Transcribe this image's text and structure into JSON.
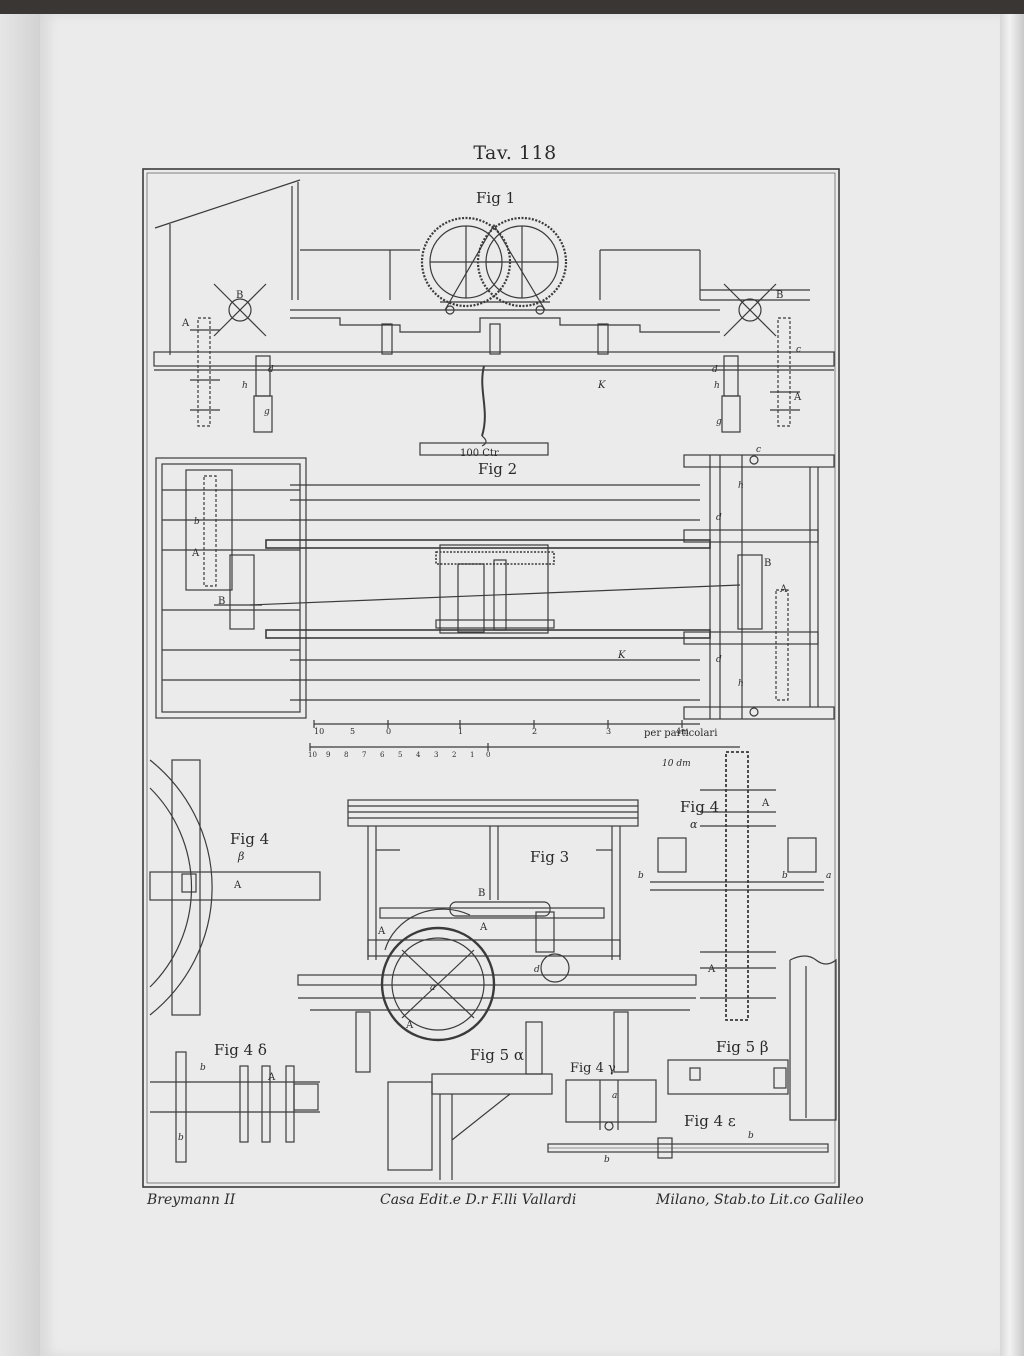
{
  "plate": {
    "title": "Tav. 118",
    "credit_left": "Breymann II",
    "credit_center": "Casa Edit.e D.r F.lli Vallardi",
    "credit_right": "Milano, Stab.to Lit.co Galileo"
  },
  "figures": {
    "fig1": "Fig 1",
    "fig2": "Fig 2",
    "fig3": "Fig 3",
    "fig4a": "Fig 4",
    "fig4a_sub": "α",
    "fig4b": "Fig 4",
    "fig4b_sub": "β",
    "fig4g": "Fig 4 γ",
    "fig4d": "Fig 4 δ",
    "fig4e": "Fig 4 ε",
    "fig5a": "Fig 5 α",
    "fig5b": "Fig 5 β"
  },
  "load_label": "100 Ctr",
  "scale": {
    "top_ticks": [
      "10",
      "5",
      "0",
      "1",
      "2",
      "3",
      "4m"
    ],
    "top_caption": "per particolari",
    "bottom_ticks": [
      "10",
      "9",
      "8",
      "7",
      "6",
      "5",
      "4",
      "3",
      "2",
      "1",
      "0"
    ],
    "bottom_caption": "10 dm"
  },
  "letters": {
    "A": "A",
    "B": "B",
    "K": "K",
    "a": "a",
    "b": "b",
    "c": "c",
    "d": "d",
    "g": "g",
    "h": "h"
  }
}
